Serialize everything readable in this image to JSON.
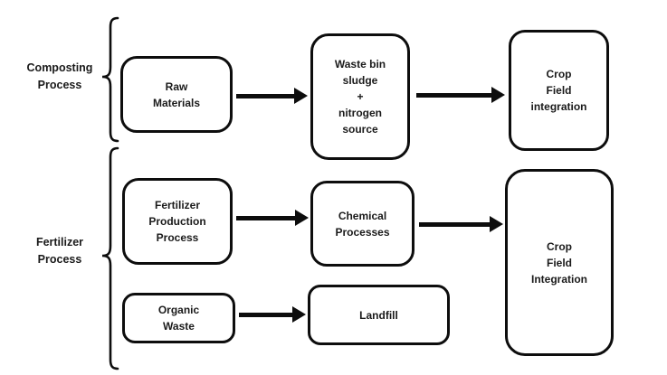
{
  "canvas": {
    "background_color": "#ffffff",
    "line_color": "#0d0d0d",
    "text_color": "#1a1a1a"
  },
  "groups": [
    {
      "id": "composting",
      "label": "Composting\nProcess"
    },
    {
      "id": "fertilizer",
      "label": "Fertilizer\nProcess"
    }
  ],
  "nodes": {
    "raw_materials": {
      "label": "Raw\nMaterials"
    },
    "waste_bin_sludge": {
      "label": "Waste bin\nsludge\n+\nnitrogen\nsource"
    },
    "crop_field_integration_composting": {
      "label": "Crop\nField\nintegration"
    },
    "fertilizer_production_process": {
      "label": "Fertilizer\nProduction\nProcess"
    },
    "chemical_processes": {
      "label": "Chemical\nProcesses"
    },
    "crop_field_integration_fertilizer": {
      "label": "Crop\nField\nIntegration"
    },
    "organic_waste": {
      "label": "Organic\nWaste"
    },
    "landfill": {
      "label": "Landfill"
    }
  },
  "edges": [
    {
      "from": "raw_materials",
      "to": "waste_bin_sludge"
    },
    {
      "from": "waste_bin_sludge",
      "to": "crop_field_integration_composting"
    },
    {
      "from": "fertilizer_production_process",
      "to": "chemical_processes"
    },
    {
      "from": "chemical_processes",
      "to": "crop_field_integration_fertilizer"
    },
    {
      "from": "organic_waste",
      "to": "landfill"
    }
  ]
}
